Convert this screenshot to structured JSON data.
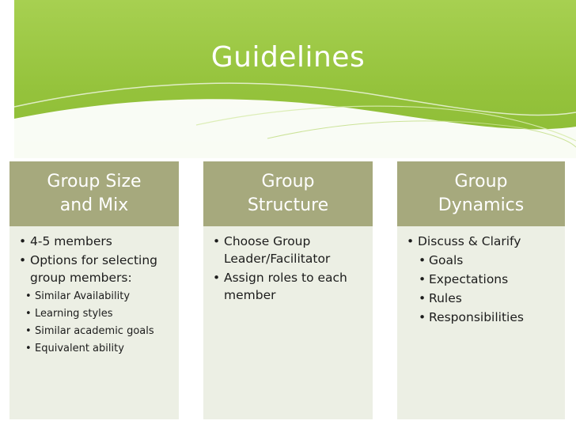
{
  "slide": {
    "title": "Guidelines",
    "colors": {
      "header_green": "#95c33c",
      "column_header": "#a6a97d",
      "column_body": "#ecefe4"
    },
    "columns": [
      {
        "heading": "Group Size and Mix",
        "heading_lines": [
          "Group Size",
          "and Mix"
        ],
        "items": [
          {
            "text": "4-5 members"
          },
          {
            "text": "Options for selecting group members:"
          },
          {
            "sub": true,
            "text": "Similar Availability"
          },
          {
            "sub": true,
            "text": "Learning styles"
          },
          {
            "sub": true,
            "text": "Similar academic goals"
          },
          {
            "sub": true,
            "text": "Equivalent ability"
          }
        ]
      },
      {
        "heading": "Group Structure",
        "heading_lines": [
          "Group",
          "Structure"
        ],
        "items": [
          {
            "text": "Choose Group Leader/Facilitator"
          },
          {
            "text": "Assign roles to each member"
          }
        ]
      },
      {
        "heading": "Group Dynamics",
        "heading_lines": [
          "Group",
          "Dynamics"
        ],
        "items": [
          {
            "text": "Discuss & Clarify"
          },
          {
            "sub": true,
            "text": "Goals"
          },
          {
            "sub": true,
            "text": "Expectations"
          },
          {
            "sub": true,
            "text": "Rules"
          },
          {
            "sub": true,
            "text": "Responsibilities"
          }
        ]
      }
    ]
  }
}
